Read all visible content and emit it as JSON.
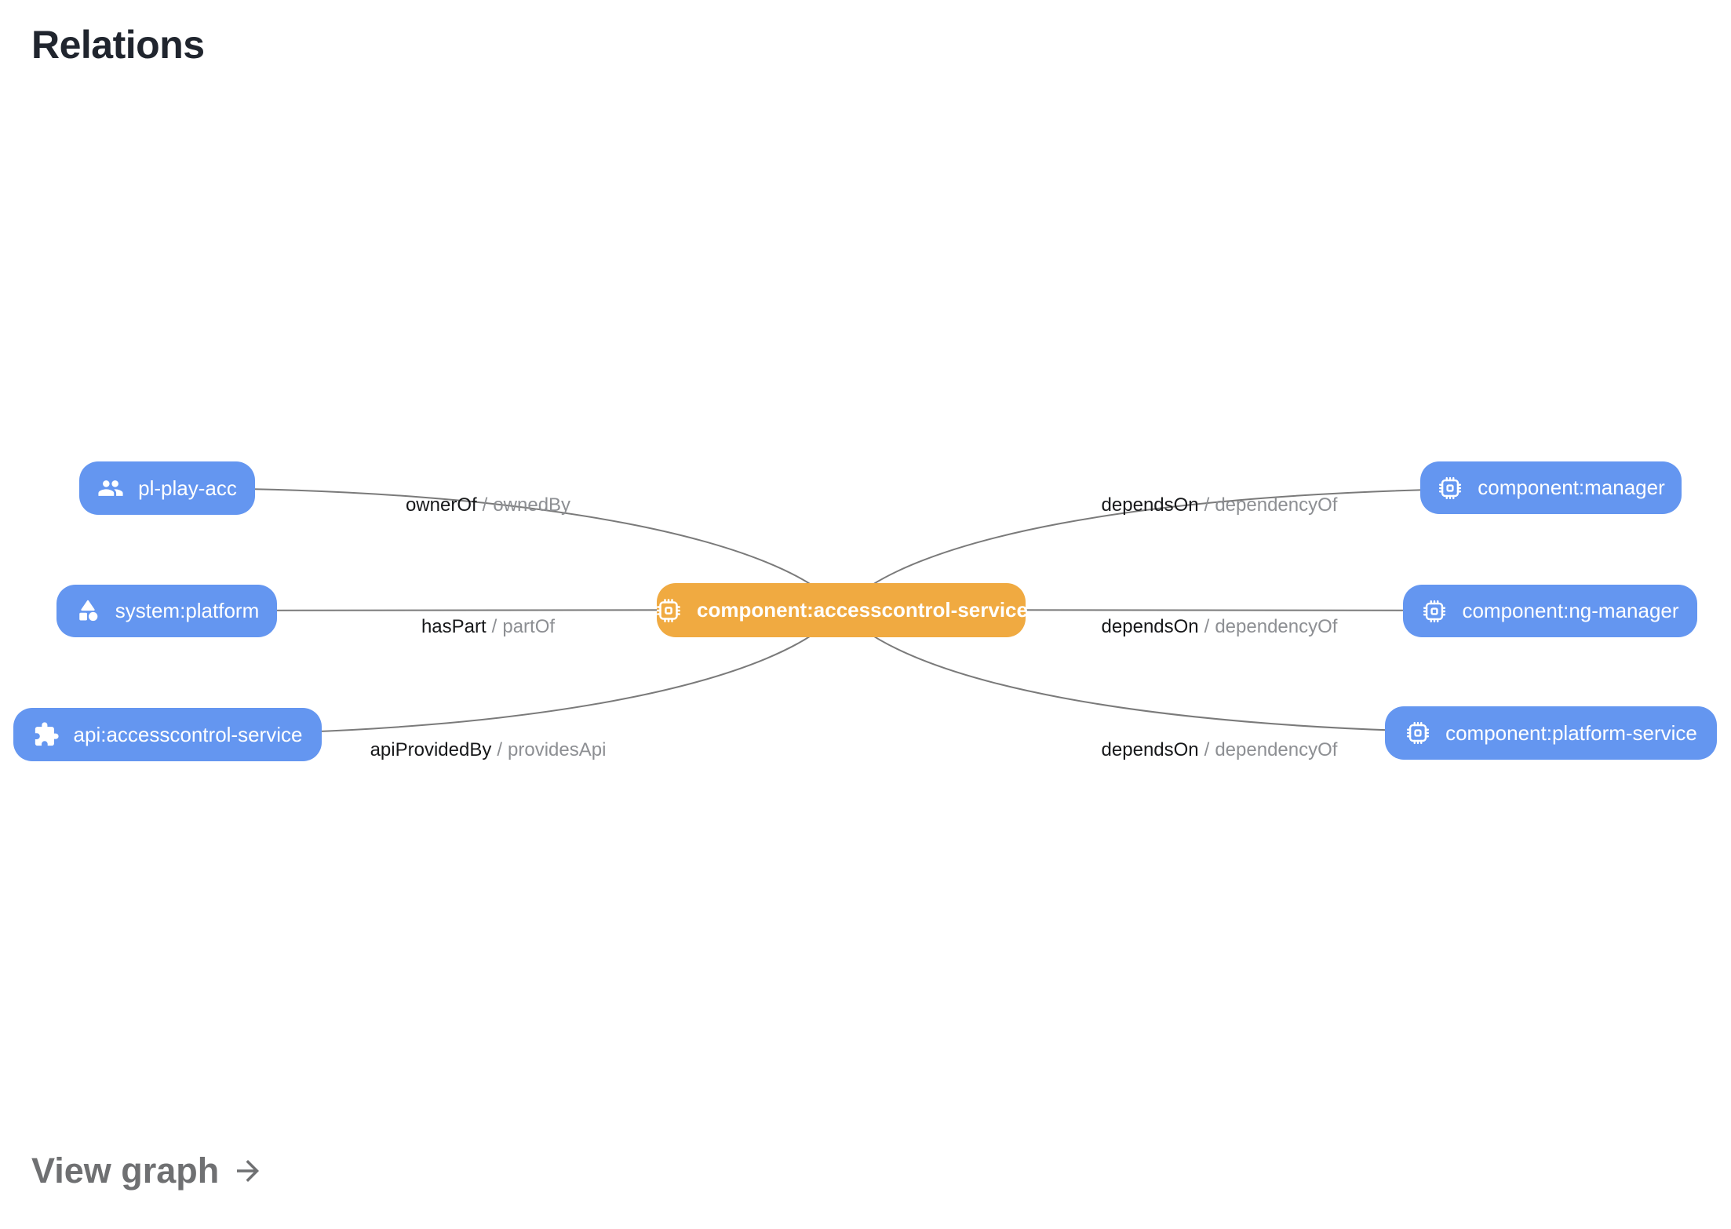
{
  "title": "Relations",
  "ui": {
    "separator": "/",
    "view_graph_label": "View graph"
  },
  "colors": {
    "node_blue": "#6496F0",
    "node_orange": "#F0AA41",
    "edge": "#7a7a7a",
    "title": "#20252e",
    "label_primary": "#17181a",
    "label_secondary": "#8d8f93",
    "footer": "#6f7072"
  },
  "graph": {
    "center_node": {
      "label": "component:accesscontrol-service",
      "icon": "chip-icon",
      "kind": "component"
    },
    "left_nodes": [
      {
        "label": "pl-play-acc",
        "icon": "group-icon",
        "relation": "ownerOf",
        "inverse": "ownedBy"
      },
      {
        "label": "system:platform",
        "icon": "category-icon",
        "relation": "hasPart",
        "inverse": "partOf"
      },
      {
        "label": "api:accesscontrol-service",
        "icon": "puzzle-icon",
        "relation": "apiProvidedBy",
        "inverse": "providesApi"
      }
    ],
    "right_nodes": [
      {
        "label": "component:manager",
        "icon": "chip-icon",
        "relation": "dependsOn",
        "inverse": "dependencyOf"
      },
      {
        "label": "component:ng-manager",
        "icon": "chip-icon",
        "relation": "dependsOn",
        "inverse": "dependencyOf"
      },
      {
        "label": "component:platform-service",
        "icon": "chip-icon",
        "relation": "dependsOn",
        "inverse": "dependencyOf"
      }
    ]
  }
}
